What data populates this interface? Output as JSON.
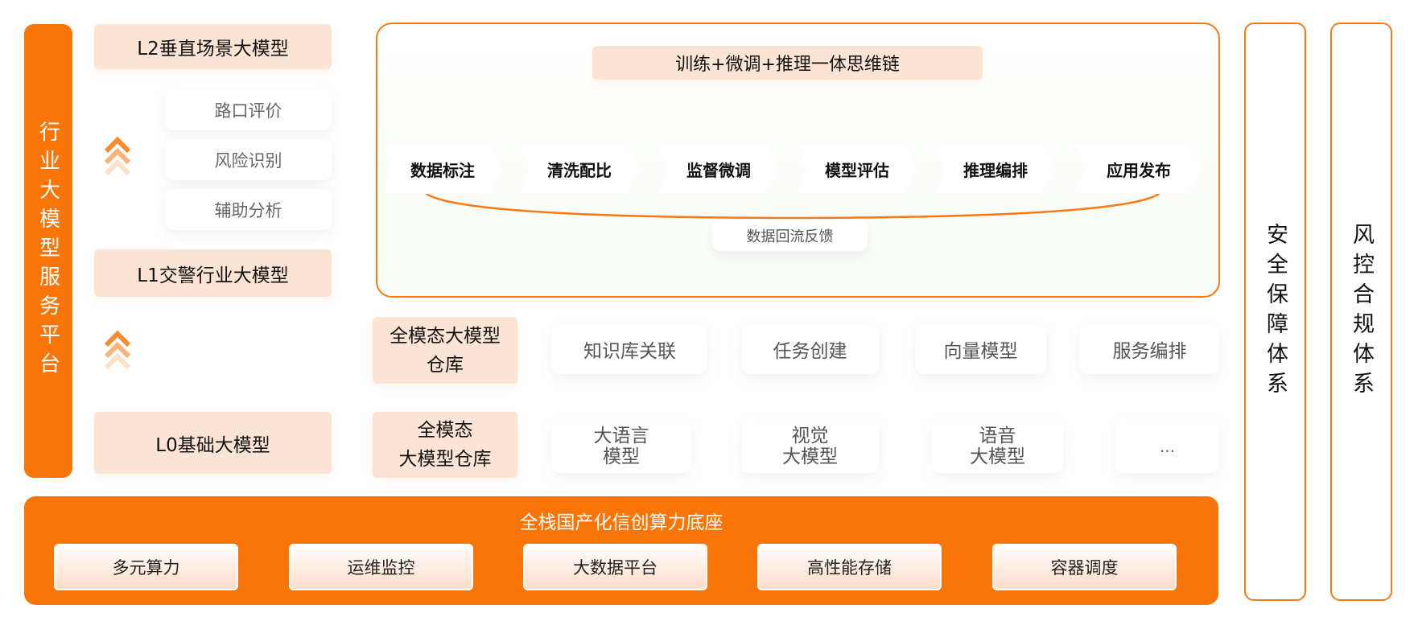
{
  "platform": "行业大模型服务平台",
  "l2": {
    "label": "L2垂直场景大模型",
    "items": [
      "路口评价",
      "风险识别",
      "辅助分析"
    ]
  },
  "l1": "L1交警行业大模型",
  "l0": "L0基础大模型",
  "chain": {
    "title": "训练+微调+推理一体思维链",
    "steps": [
      "数据标注",
      "清洗配比",
      "监督微调",
      "模型评估",
      "推理编排",
      "应用发布"
    ],
    "feedback": "数据回流反馈"
  },
  "warehouse1": {
    "label": "全模态大模型仓库",
    "items": [
      "知识库关联",
      "任务创建",
      "向量模型",
      "服务编排"
    ]
  },
  "warehouse2": {
    "label_line1": "全模态",
    "label_line2": "大模型仓库",
    "items": [
      [
        "大语言",
        "模型"
      ],
      [
        "视觉",
        "大模型"
      ],
      [
        "语音",
        "大模型"
      ]
    ],
    "more": "..."
  },
  "base": {
    "title": "全栈国产化信创算力底座",
    "items": [
      "多元算力",
      "运维监控",
      "大数据平台",
      "高性能存储",
      "容器调度"
    ]
  },
  "security": "安全保障体系",
  "compliance": "风控合规体系",
  "colors": {
    "orange": "#fa7508",
    "peach": "#fce4d4"
  }
}
